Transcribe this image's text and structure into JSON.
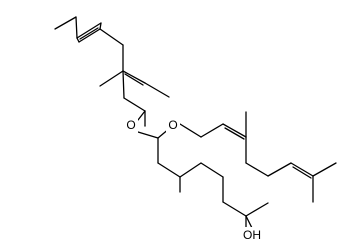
{
  "molecule": {
    "atoms": {
      "o1": {
        "label": "O"
      },
      "o2": {
        "label": "O"
      },
      "oh": {
        "label": "OH"
      }
    }
  }
}
